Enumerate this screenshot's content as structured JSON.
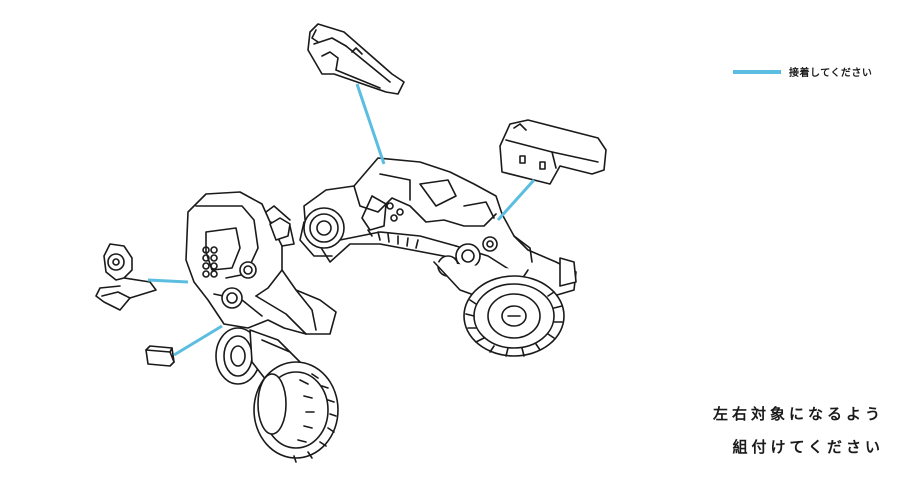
{
  "legend": {
    "label": "接着してください",
    "color": "#5bbde0"
  },
  "instructions": {
    "line1": "左右対象になるよう",
    "line2": "組付けてください"
  },
  "colors": {
    "line_art": "#1a1a1a",
    "glue_line": "#5bbde0"
  }
}
